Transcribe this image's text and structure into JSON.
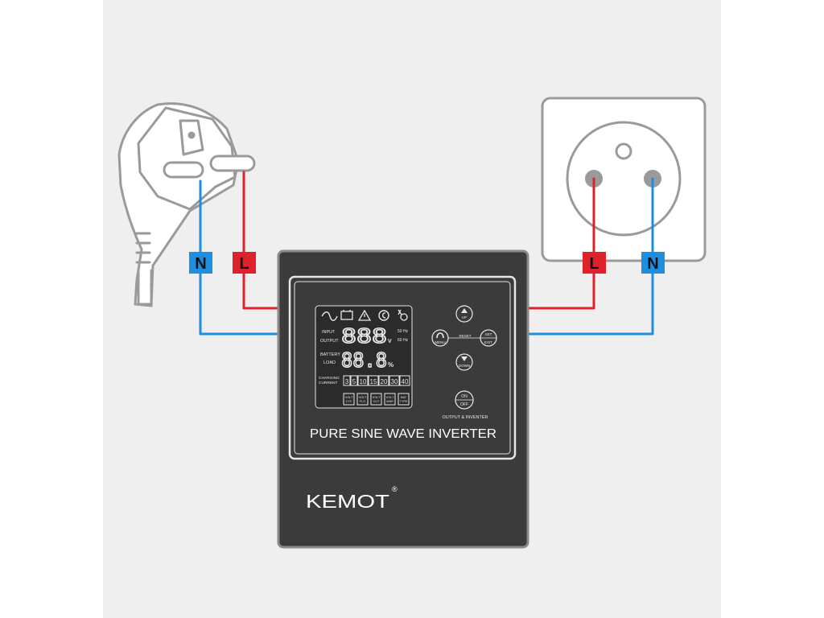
{
  "colors": {
    "background": "#efefef",
    "frame": "#ffffff",
    "wire_neutral": "#1e8fe0",
    "wire_live": "#e0202a",
    "device_body": "#3b3b3b",
    "outline_gray": "#9a9a9a"
  },
  "icons": [
    "plug-icon",
    "socket-icon",
    "ac-sine-icon",
    "battery-icon",
    "warning-icon",
    "power-c-icon",
    "fan-icon"
  ],
  "plug": {
    "neutral_label": "N",
    "live_label": "L"
  },
  "socket": {
    "live_label": "L",
    "neutral_label": "N"
  },
  "device": {
    "brand": "KEMOT",
    "registered_mark": "®",
    "title": "PURE SINE WAVE INVERTER",
    "lcd": {
      "input_label": "INPUT",
      "output_label": "OUTPUT",
      "freq_50": "50 Hz",
      "freq_60": "60 Hz",
      "digits_volt": "888",
      "unit_volt": "V",
      "battery_label": "BATTERY",
      "load_label": "LOAD",
      "digits_pct": "88.8",
      "unit_pct": "%",
      "charging_label_1": "CHARGING",
      "charging_label_2": "CURRENT",
      "currents": [
        "3",
        "5",
        "10",
        "15",
        "20",
        "30",
        "40"
      ],
      "modes": [
        {
          "top": "VOLT",
          "bottom": "CYC"
        },
        {
          "top": "VOLT",
          "bottom": "FLO"
        },
        {
          "top": "VOLT",
          "bottom": "CUT"
        },
        {
          "top": "VOLT",
          "bottom": "WAR"
        },
        {
          "top": "BAT",
          "bottom": "TYPE"
        }
      ]
    },
    "buttons": {
      "up": "UP",
      "menu": "MENU",
      "reset": "RESET",
      "set": "SET",
      "exit": "EXIT",
      "down": "DOWN",
      "on": "ON",
      "off": "OFF",
      "output_label": "OUTPUT & INVENTER"
    }
  }
}
